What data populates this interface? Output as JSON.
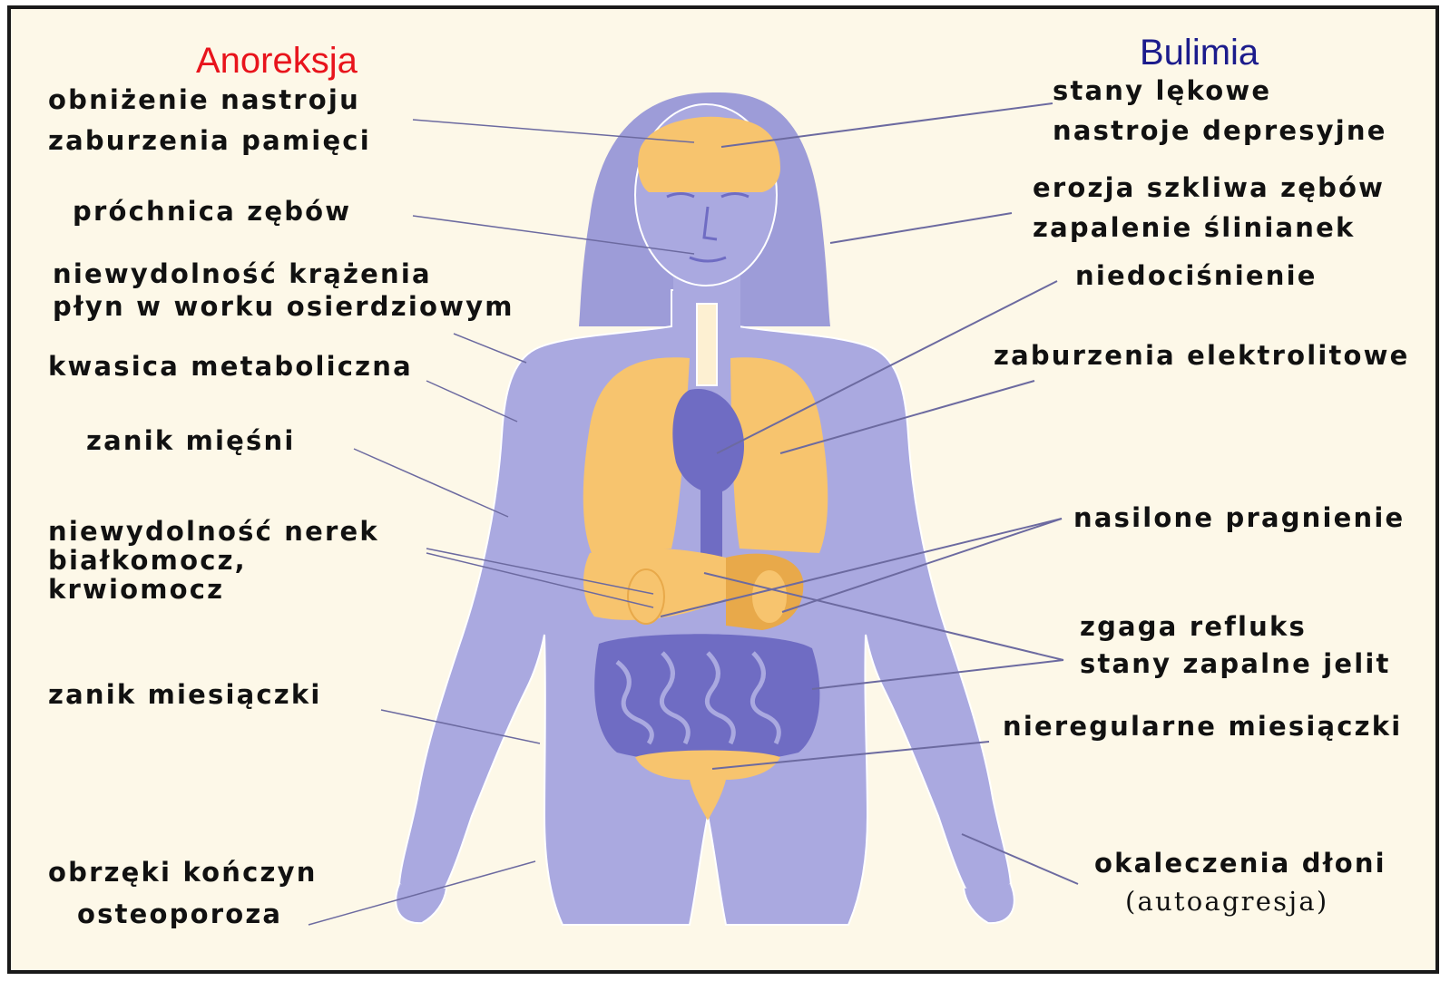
{
  "colors": {
    "background": "#fdf8e8",
    "body": "#a9a8e0",
    "body_outline": "#ffffff",
    "organs": "#f7c46e",
    "organs_dark": "#e8a94a",
    "inner_organs": "#6f6cc3",
    "leader_line": "#6c6aa0",
    "anorexia_heading": "#e8141c",
    "bulimia_heading": "#1c1c8c",
    "text": "#111111"
  },
  "anorexia": {
    "heading": "Anoreksja",
    "labels": [
      "obniżenie nastroju",
      "zaburzenia pamięci",
      "próchnica zębów",
      "niewydolność krążenia",
      "płyn w worku osierdziowym",
      "kwasica metaboliczna",
      "zanik mięśni",
      "niewydolność nerek",
      "białkomocz,",
      "krwiomocz",
      "zanik miesiączki",
      "obrzęki kończyn",
      "osteoporoza"
    ]
  },
  "bulimia": {
    "heading": "Bulimia",
    "labels": [
      "stany lękowe",
      "nastroje depresyjne",
      "erozja szkliwa zębów",
      "zapalenie ślinianek",
      "niedociśnienie",
      "zaburzenia elektrolitowe",
      "nasilone pragnienie",
      "zgaga refluks",
      "stany zapalne jelit",
      "nieregularne miesiączki",
      "okaleczenia dłoni",
      "(autoagresja)"
    ]
  }
}
